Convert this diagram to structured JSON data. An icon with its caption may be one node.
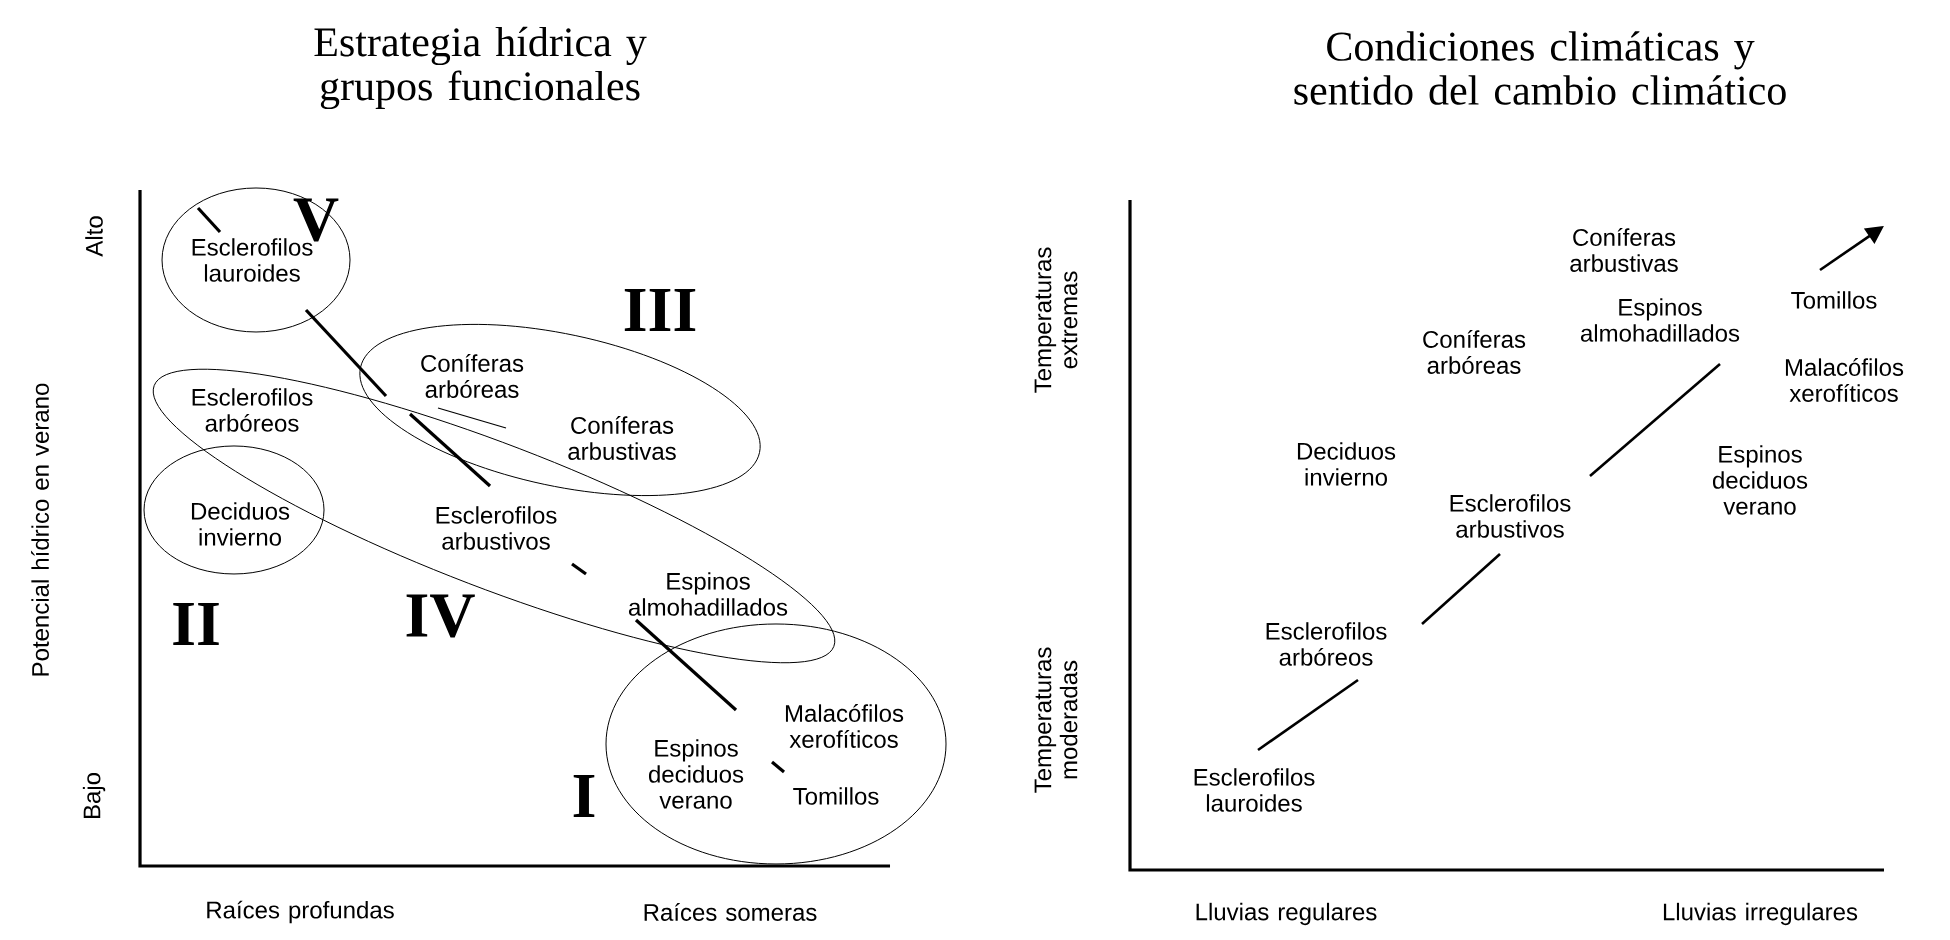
{
  "diagram": {
    "nodes": [
      {
        "text": [
          "Esclerofilos lauroides"
        ]
      },
      {
        "text": [
          "Coníferas arbóreas",
          "Coníferas arbustivas"
        ]
      },
      {
        "text": [
          "Esclerofilos arbóreos",
          "Esclerofilos arbustivos",
          "Espinos almohadillados"
        ]
      },
      {
        "text": [
          "Deciduos invierno"
        ]
      },
      {
        "text": [
          "Espinos deciduos verano",
          "Malacófilos xerofíticos",
          "Tomillos"
        ]
      }
    ],
    "edges": [
      {
        "from": 0,
        "to": 1,
        "arrow": "none"
      },
      {
        "from": 1,
        "to": 2,
        "arrow": "none"
      },
      {
        "from": 2,
        "to": 4,
        "arrow": "none"
      }
    ],
    "labels": [
      "Estrategia hídrica y grupos funcionales",
      "Condiciones climáticas y sentido del cambio climático",
      "Alto",
      "V",
      "III",
      "Potencial hídrico en verano",
      "II",
      "IV",
      "Bajo",
      "I",
      "Raíces profundas",
      "Raíces someras",
      "Temperaturas extremas",
      "Coníferas arbustivas",
      "Tomillos",
      "Espinos almohadillados",
      "Coníferas arbóreas",
      "Malacófilos xerofíticos",
      "Deciduos invierno",
      "Espinos deciduos verano",
      "Esclerofilos arbustivos",
      "Temperaturas moderadas",
      "Esclerofilos arbóreos",
      "Esclerofilos lauroides",
      "Lluvias regulares",
      "Lluvias irregulares"
    ]
  }
}
